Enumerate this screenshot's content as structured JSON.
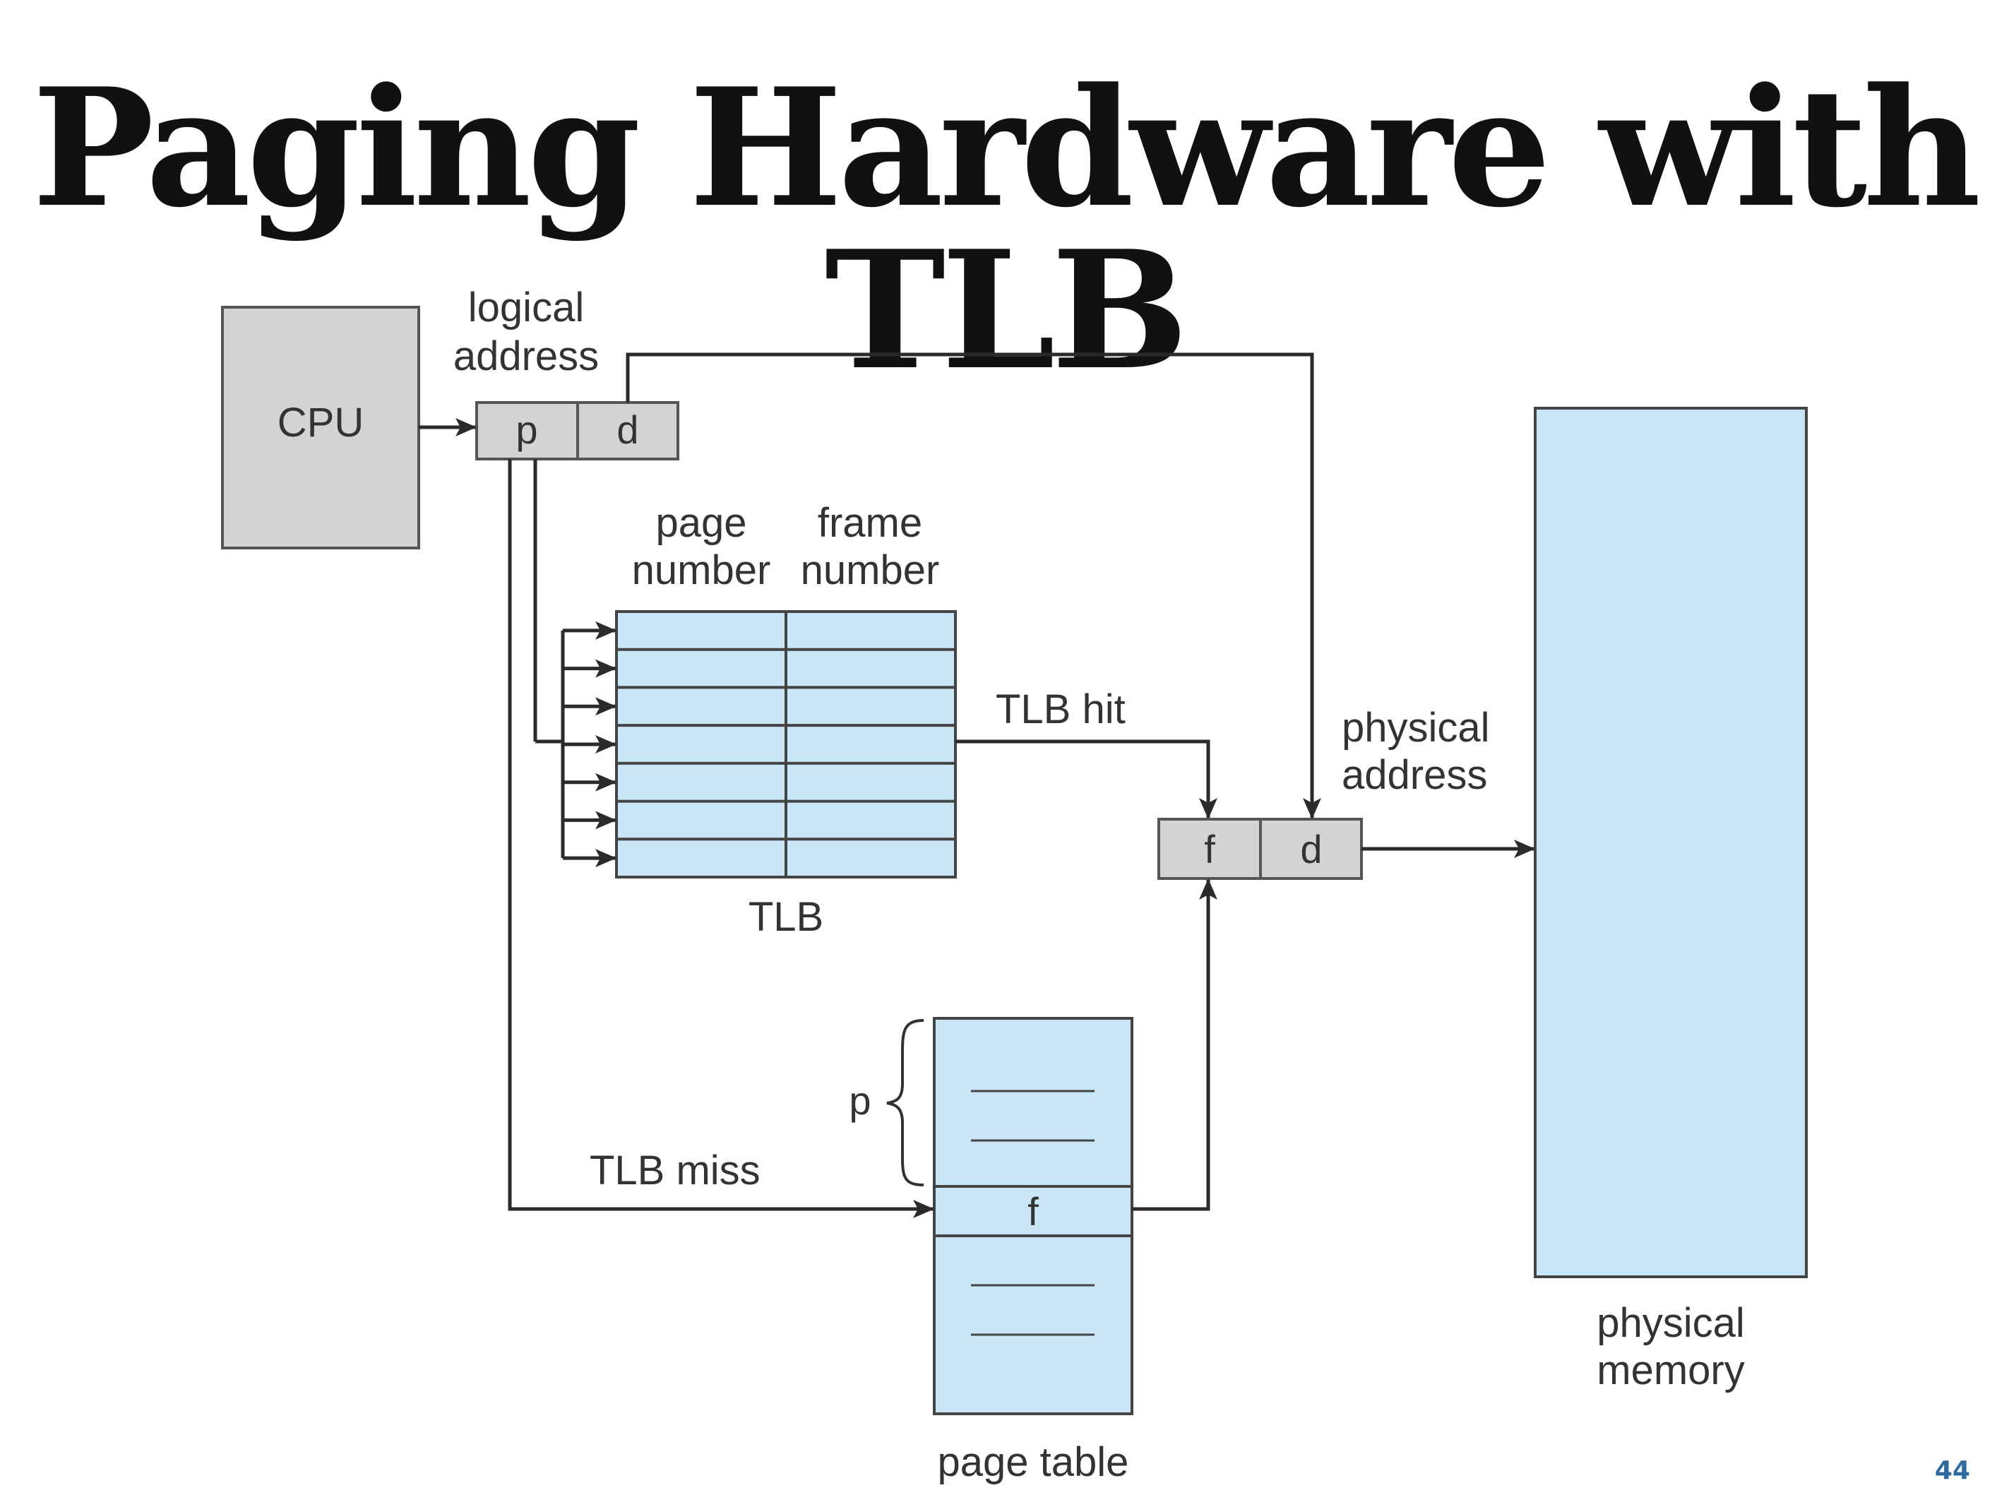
{
  "title": "Paging Hardware with TLB",
  "page_number": "44",
  "diagram": {
    "cpu_label": "CPU",
    "logical_address_label": [
      "logical",
      "address"
    ],
    "logical_address_fields": [
      "p",
      "d"
    ],
    "tlb_header_page": [
      "page",
      "number"
    ],
    "tlb_header_frame": [
      "frame",
      "number"
    ],
    "tlb_label": "TLB",
    "tlb_hit_label": "TLB hit",
    "tlb_miss_label": "TLB miss",
    "physical_address_label": [
      "physical",
      "address"
    ],
    "physical_address_fields": [
      "f",
      "d"
    ],
    "page_table_label": "page table",
    "page_table_p_label": "p",
    "page_table_entry": "f",
    "physical_memory_label": [
      "physical",
      "memory"
    ],
    "colors": {
      "cpu_fill": "#d3d3d3",
      "register_fill": "#d2d4d4",
      "table_fill": "#c9e6f7",
      "line": "#2b2b2b",
      "page_number": "#2c6aa0"
    }
  }
}
